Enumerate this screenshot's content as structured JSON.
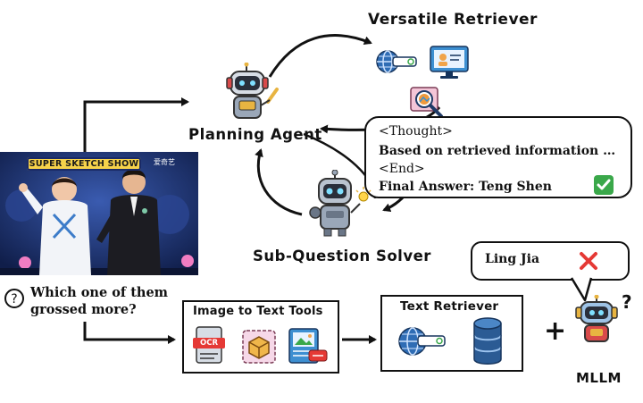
{
  "versatile_retriever": {
    "title": "Versatile Retriever"
  },
  "planning_agent": {
    "label": "Planning Agent"
  },
  "sub_question_solver": {
    "label": "Sub-Question Solver"
  },
  "thought_bubble": {
    "line1": "<Thought>",
    "line2": "Based on retrieved  information …",
    "line3": "<End>",
    "line4": "Final Answer: Teng Shen",
    "check_icon": "check-mark-icon"
  },
  "photo": {
    "banner": "SUPER SKETCH SHOW",
    "logo": "爱奇艺"
  },
  "question": {
    "icon": "question-circle-icon",
    "line1": "Which one of them",
    "line2": "grossed more?"
  },
  "image_to_text": {
    "title": "Image to Text Tools",
    "ocr_label": "OCR"
  },
  "text_retriever": {
    "title": "Text Retriever"
  },
  "mllm": {
    "label": "MLLM",
    "plus": "+",
    "question_mark": "?",
    "bubble_text": "Ling Jia",
    "cross_icon": "cross-mark-icon"
  },
  "colors": {
    "check_green": "#3aa84a",
    "cross_red": "#e53935",
    "robot_body": "#9aa7b8",
    "globe_blue": "#2f6db5",
    "database_blue": "#2b5b94"
  }
}
